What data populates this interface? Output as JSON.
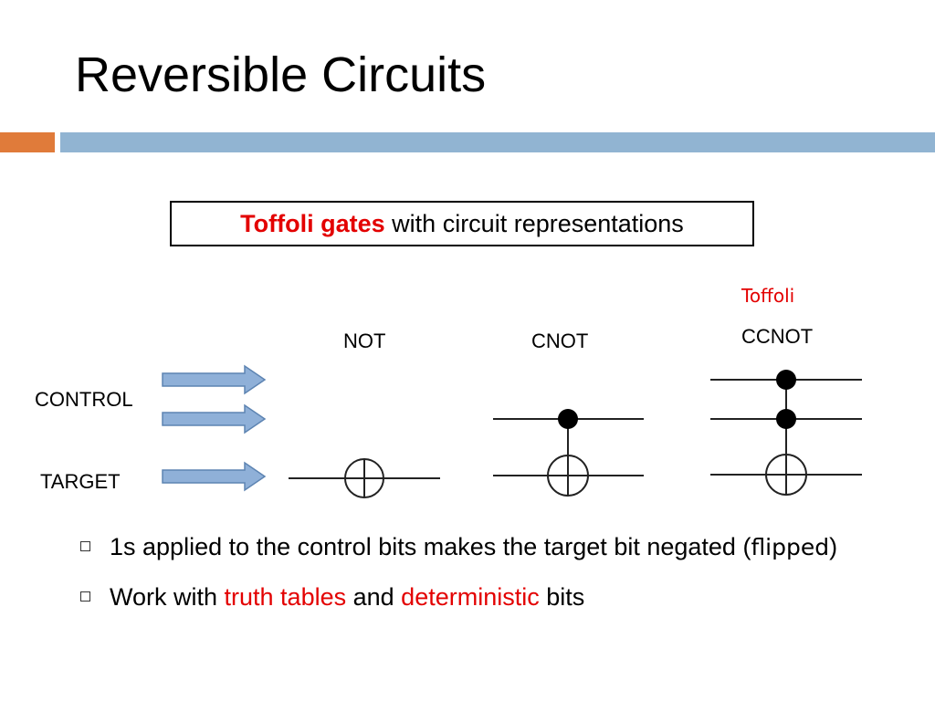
{
  "slide": {
    "title": "Reversible Circuits"
  },
  "callout": {
    "highlight": "Toffoli gates",
    "rest": " with circuit representations"
  },
  "labels": {
    "control": "CONTROL",
    "target": "TARGET",
    "not": "NOT",
    "cnot": "CNOT",
    "toffoli": "Toffoli",
    "ccnot": "CCNOT"
  },
  "bullets": [
    {
      "text": "1s applied to the control bits makes the target bit negated ",
      "paren_open": "(",
      "flipped": "flipped",
      "paren_close": ")"
    },
    {
      "pre": "Work with ",
      "hl1": "truth tables",
      "mid": " and ",
      "hl2": "deterministic",
      "post": " bits"
    }
  ],
  "colors": {
    "accent_red": "#e30000",
    "bar_orange": "#e07b3a",
    "bar_blue": "#91b4d2",
    "arrow_fill": "#8fb0d8"
  }
}
